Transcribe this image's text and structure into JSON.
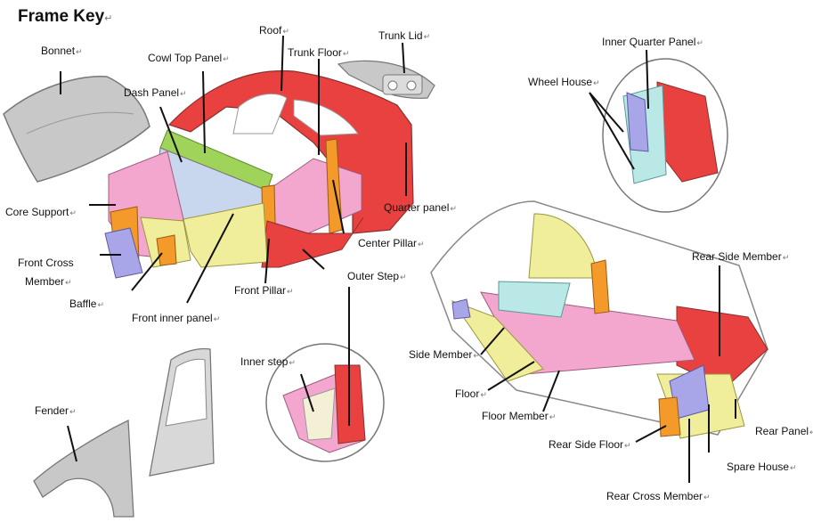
{
  "title": "Frame Key",
  "mark": "↵",
  "labels": {
    "bonnet": "Bonnet",
    "cowl_top_panel": "Cowl Top Panel",
    "roof": "Roof",
    "trunk_floor": "Trunk Floor",
    "trunk_lid": "Trunk Lid",
    "dash_panel": "Dash Panel",
    "core_support": "Core Support",
    "front_cross_member_1": "Front Cross",
    "front_cross_member_2": "Member",
    "baffle": "Baffle",
    "front_inner_panel": "Front inner panel",
    "front_pillar": "Front Pillar",
    "center_pillar": "Center Pillar",
    "quarter_panel": "Quarter panel",
    "outer_step": "Outer Step",
    "inner_step": "Inner step",
    "fender": "Fender",
    "inner_quarter_panel": "Inner Quarter Panel",
    "wheel_house": "Wheel House",
    "rear_side_member": "Rear Side Member",
    "side_member": "Side Member",
    "floor": "Floor",
    "floor_member": "Floor Member",
    "rear_side_floor": "Rear Side Floor",
    "rear_panel": "Rear Panel",
    "spare_house": "Spare House",
    "rear_cross_member": "Rear Cross Member"
  },
  "colors": {
    "red": "#e8413f",
    "green": "#9fd35a",
    "yellow": "#f0ee9a",
    "pink": "#f3a7cf",
    "orange": "#f39a2b",
    "blue": "#a8a6e8",
    "cyan": "#b9e8e6",
    "gray": "#c8c8c8",
    "grayline": "#8a8a8a"
  }
}
